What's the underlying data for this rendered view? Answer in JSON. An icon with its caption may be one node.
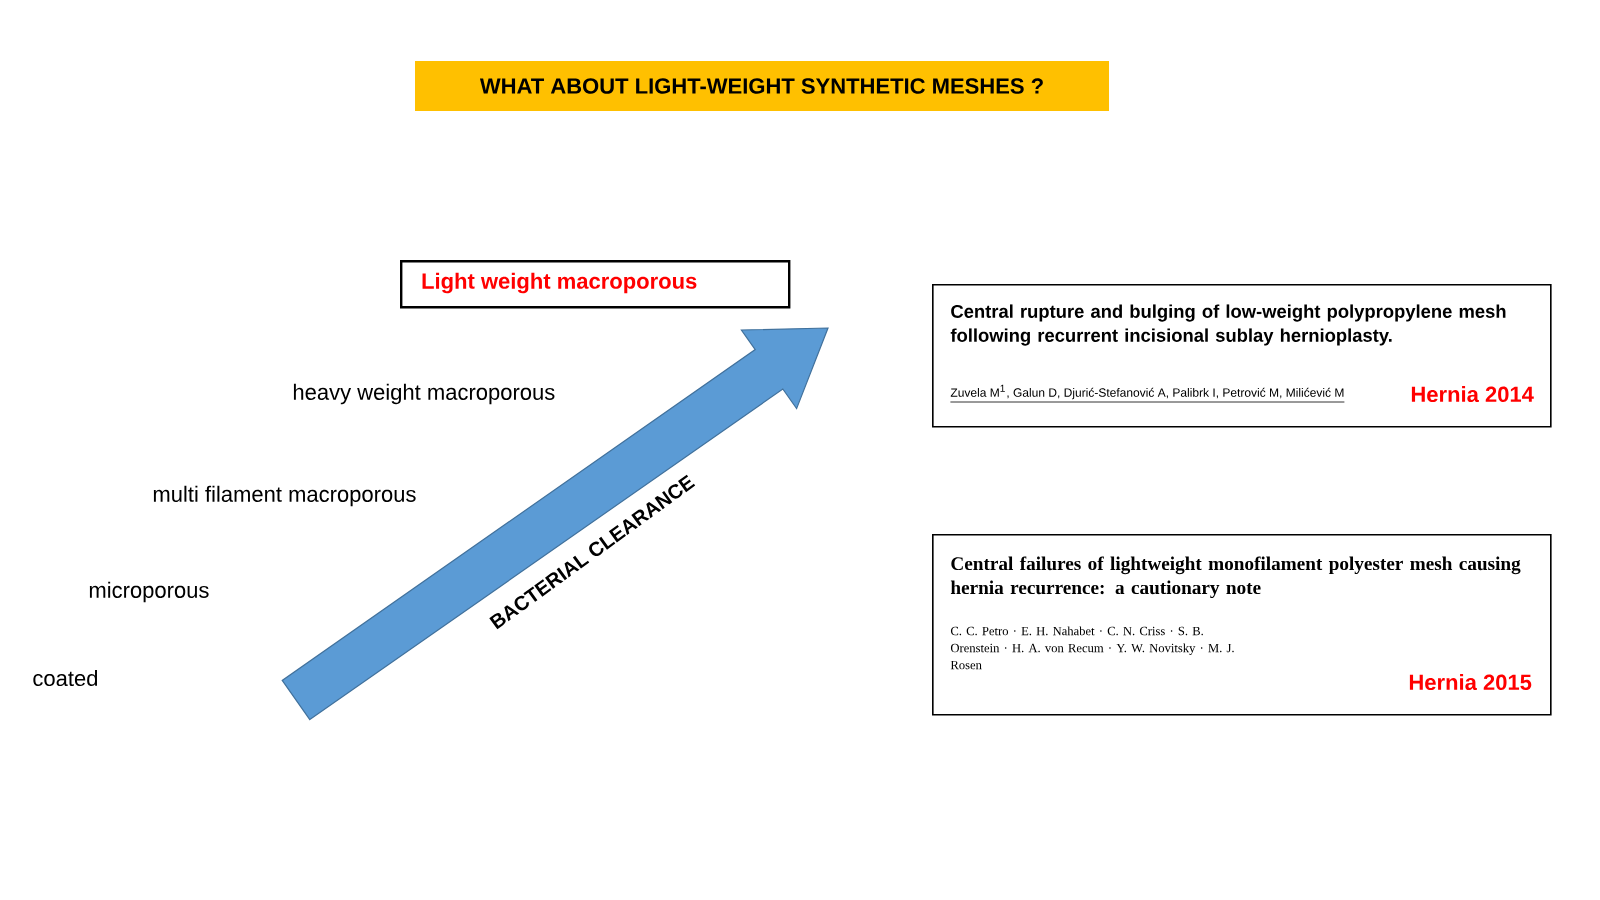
{
  "diagram": {
    "title": "WHAT ABOUT LIGHT-WEIGHT SYNTHETIC MESHES ?",
    "nodes": [
      {
        "text": [
          "Light weight  macroporous"
        ]
      },
      {
        "text": [
          "Central rupture and bulging of low-weight polypropylene mesh following recurrent incisional sublay hernioplasty.",
          "Zuvela M$^{1}$, Galun D, Djurić-Stefanović A, Palibrk I, Petrović M, Milićević M",
          "Hernia 2014"
        ]
      },
      {
        "text": [
          "Central failures of lightweight monofilament polyester mesh causing hernia recurrence: a cautionary note",
          "C. C. Petro · E. H. Nahabet · C. N. Criss · S. B. Orenstein · H. A. von Recum · Y. W. Novitsky · M. J. Rosen",
          "Hernia 2015"
        ]
      }
    ],
    "edges": [],
    "labels": [
      "heavy weight macroporous",
      "multi filament macroporous",
      "microporous",
      "coated",
      "BACTERIAL CLEARANCE"
    ]
  }
}
